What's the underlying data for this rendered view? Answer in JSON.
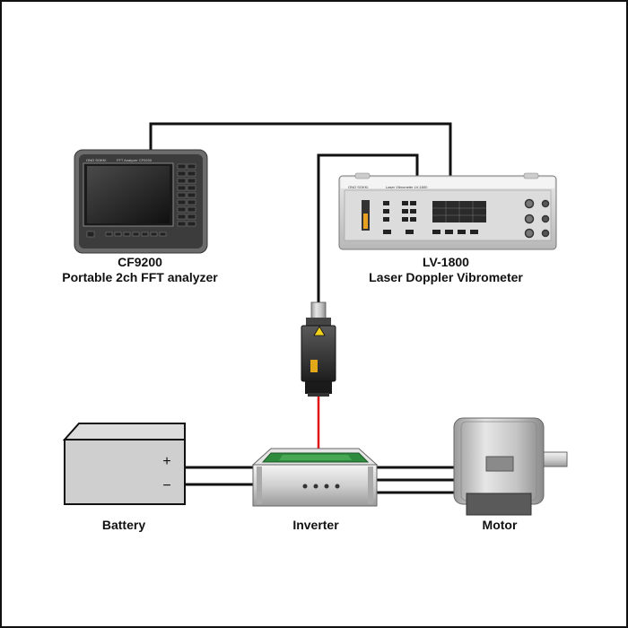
{
  "devices": {
    "analyzer": {
      "model": "CF9200",
      "description": "Portable 2ch FFT analyzer",
      "brand_badge": "ONO SOKKI",
      "screen_caption": "FFT Analyzer CF9200"
    },
    "vibrometer": {
      "model": "LV-1800",
      "description": "Laser Doppler Vibrometer",
      "brand_badge": "ONO SOKKI",
      "panel_caption": "Laser Vibrometer LV-1800"
    },
    "battery": {
      "label": "Battery",
      "plus_symbol": "+",
      "minus_symbol": "−"
    },
    "inverter": {
      "label": "Inverter"
    },
    "motor": {
      "label": "Motor"
    }
  },
  "colors": {
    "cable": "#111111",
    "laser_beam": "#e01010",
    "warning_yellow": "#f2d21b",
    "inverter_board": "#2e8b3d"
  }
}
